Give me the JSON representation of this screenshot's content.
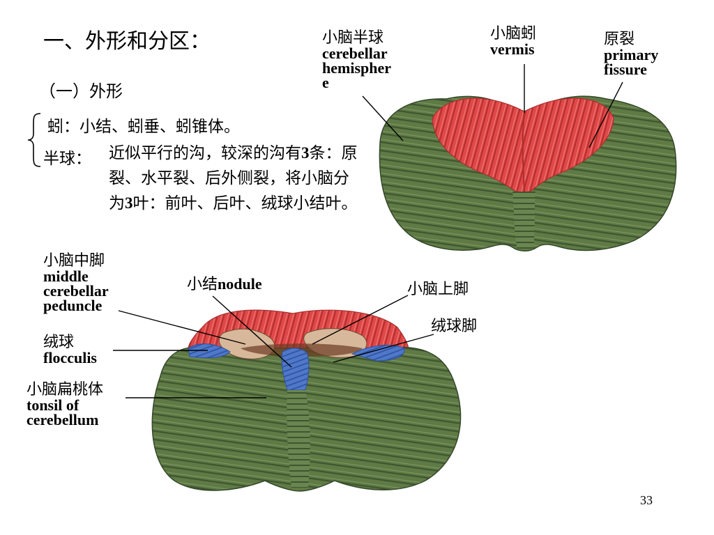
{
  "title": "一、外形和分区：",
  "subtitle": "（一）外形",
  "vermis_line": "蚓：小结、蚓垂、蚓锥体。",
  "hemisphere": {
    "label": "半球：",
    "desc_before_3": "近似平行的沟，较深的沟有",
    "num3": "3",
    "desc_mid": "条：原裂、水平裂、后外侧裂，将小脑分为",
    "num3b": "3",
    "desc_after": "叶：前叶、后叶、绒球小结叶。"
  },
  "labels": {
    "hemisphere_zh": "小脑半球",
    "hemisphere_en1": "cerebellar",
    "hemisphere_en2": "hemispher",
    "hemisphere_en3": "e",
    "vermis_zh": "小脑蚓",
    "vermis_en": "vermis",
    "primary_zh": "原裂",
    "primary_en1": "primary",
    "primary_en2": "fissure",
    "middle_zh": "小脑中脚",
    "middle_en1": "middle",
    "middle_en2": "cerebellar",
    "middle_en3": "peduncle",
    "nodule_zh": "小结",
    "nodule_en": "nodule",
    "superior_zh": "小脑上脚",
    "flocculus_ped_zh": "绒球脚",
    "flocculus_zh": "绒球",
    "flocculus_en": "flocculis",
    "tonsil_zh": "小脑扁桃体",
    "tonsil_en1": "tonsil of",
    "tonsil_en2": "cerebellum"
  },
  "page_number": "33",
  "colors": {
    "hemisphere_green": "#5f7a45",
    "vermis_red": "#e04848",
    "flocculus_blue": "#4f78c8",
    "peduncle_tan": "#d8b89a"
  }
}
